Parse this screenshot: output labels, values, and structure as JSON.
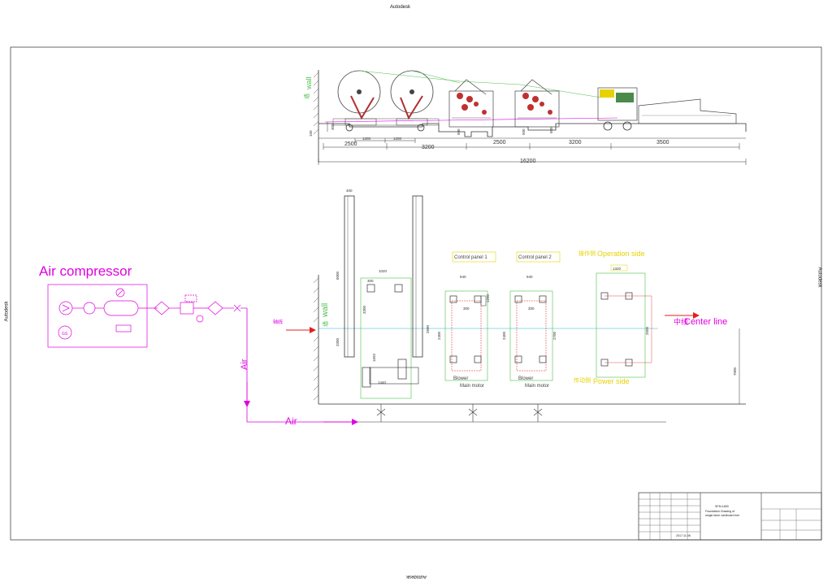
{
  "stamps": {
    "top": "Autodesk",
    "bottom": "Autodesk",
    "left": "Autodesk",
    "right": "Autodesk"
  },
  "elevation": {
    "wall_label": "wall",
    "wall_cn": "墙",
    "dims": {
      "overall": "16200",
      "seg1": "2500",
      "seg2": "3200",
      "seg3": "2500",
      "seg4": "3200",
      "seg5": "3500",
      "sub1": "1200",
      "sub2": "1200",
      "h1": "150",
      "h2": "300",
      "pit1": "500",
      "pit2": "500",
      "pit3": "500"
    }
  },
  "plan": {
    "wall_label": "wall",
    "wall_cn": "墙",
    "air_compressor": "Air compressor",
    "air_vertical": "Air",
    "air_horizontal": "Air",
    "control_panel_1": "Control panel 1",
    "control_panel_2": "Control panel 2",
    "operation_side": "Operation side",
    "operation_side_cn": "操作侧",
    "power_side": "Power side",
    "power_side_cn": "传动侧",
    "center_line": "Center line",
    "center_line_cn": "中线",
    "axis_cn": "轴线",
    "blower_1": "Blower",
    "main_motor_1": "Main motor",
    "blower_2": "Blower",
    "main_motor_2": "Main motor",
    "dims": {
      "rail_top": "400",
      "rail_len": "6000",
      "rail_low": "3300",
      "d1020": "1020",
      "d3300": "3300",
      "d1440": "1440",
      "d2600": "2600",
      "d1693": "1693",
      "d940a": "940",
      "d300a": "300",
      "d2400a": "2400",
      "d1200a": "1200",
      "d940b": "940",
      "d300b": "300",
      "d2400b": "2400",
      "d2700": "2700",
      "d1320": "1320",
      "d2500": "2500",
      "d7000": "7000"
    }
  },
  "title_block": {
    "model": "SFM-1800",
    "title_line1": "Foundation Drawing of",
    "title_line2": "single facer cardboard line",
    "date": "2017.11.06"
  }
}
